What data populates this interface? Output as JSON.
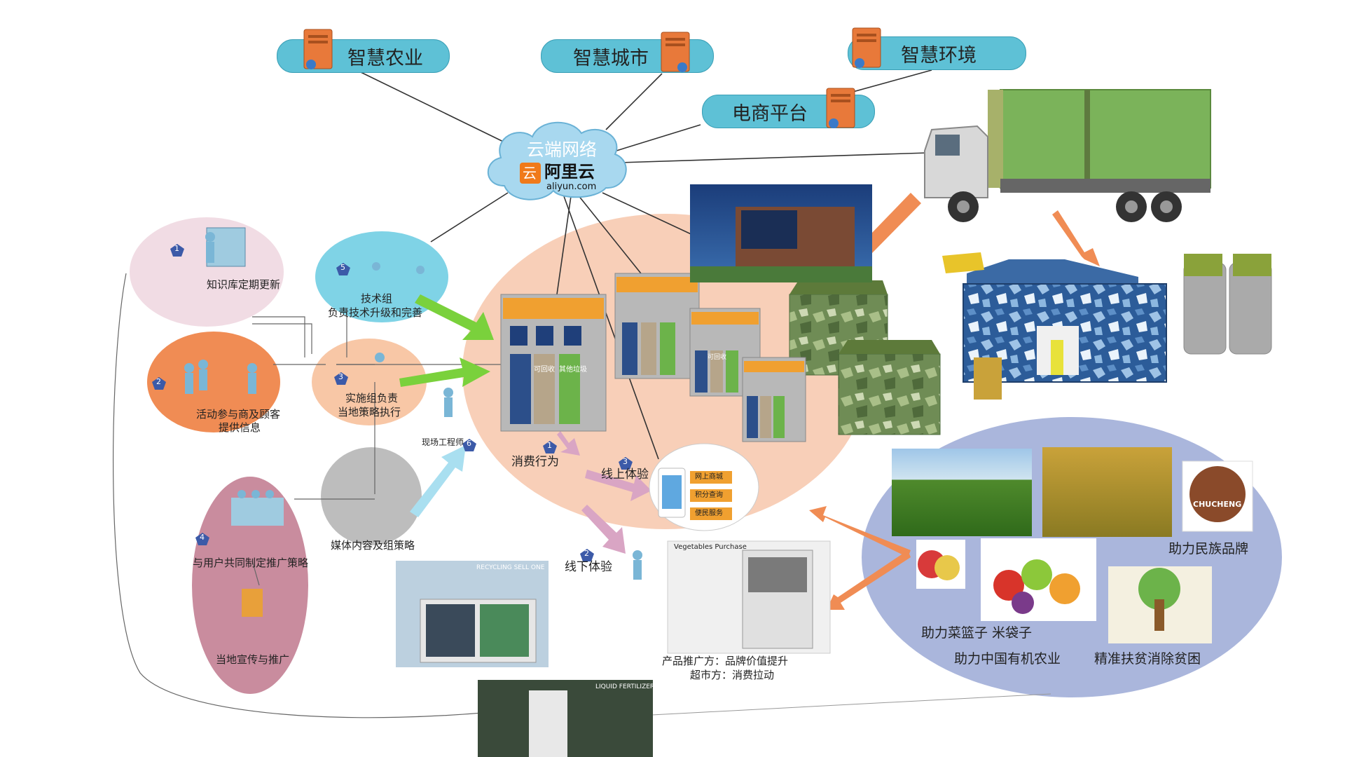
{
  "servers": [
    {
      "label": "智慧农业"
    },
    {
      "label": "智慧城市"
    },
    {
      "label": "智慧环境"
    },
    {
      "label": "电商平台"
    }
  ],
  "cloud": {
    "title": "云端网络",
    "brand_cn": "阿里云",
    "brand_url": "aliyun.com"
  },
  "left_nodes": {
    "knowledge": "知识库定期更新",
    "tech_group_1": "技术组",
    "tech_group_2": "负责技术升级和完善",
    "participants_1": "活动参与商及顾客",
    "participants_2": "提供信息",
    "impl_group_1": "实施组负责",
    "impl_group_2": "当地策略执行",
    "engineer": "现场工程师",
    "media": "媒体内容及组策略",
    "strategy": "与用户共同制定推广策略",
    "promotion": "当地宣传与推广"
  },
  "step_numbers": [
    "1",
    "2",
    "3",
    "4",
    "5",
    "6"
  ],
  "center": {
    "consume": "消费行为",
    "online": "线上体验",
    "offline": "线下体验",
    "online_box": [
      "网上商城",
      "积分查询",
      "便民服务"
    ],
    "machine_tags": [
      "可回收",
      "其他垃圾",
      "可回收"
    ],
    "step_1": "1",
    "step_2": "2",
    "step_3": "3"
  },
  "product": {
    "line1": "产品推广方：品牌价值提升",
    "line2": "超市方：消费拉动",
    "veg_title": "Vegetables Purchase"
  },
  "right": {
    "brand": "助力民族品牌",
    "basket": "助力菜篮子  米袋子",
    "organic": "助力中国有机农业",
    "poverty": "精准扶贫消除贫困",
    "chucheng": "CHUCHENG"
  },
  "photos": {
    "recycling_sign": "RECYCLING SELL ONE",
    "fertilizer_sign": "LIQUID FERTILIZER"
  },
  "colors": {
    "pill": "#5ec1d6",
    "server": "#e8793a",
    "salmon": "#f8cfb8",
    "blue_ellipse": "#aab6dc",
    "orange_ellipse": "#f08c54",
    "rose_ellipse": "#c98c9e",
    "pink_ellipse": "#f1dce4",
    "cyan_ellipse": "#7fd3e6",
    "arrow_orange": "#f08c54",
    "arrow_green": "#7ad13c",
    "arrow_cyan": "#a9dff0"
  }
}
